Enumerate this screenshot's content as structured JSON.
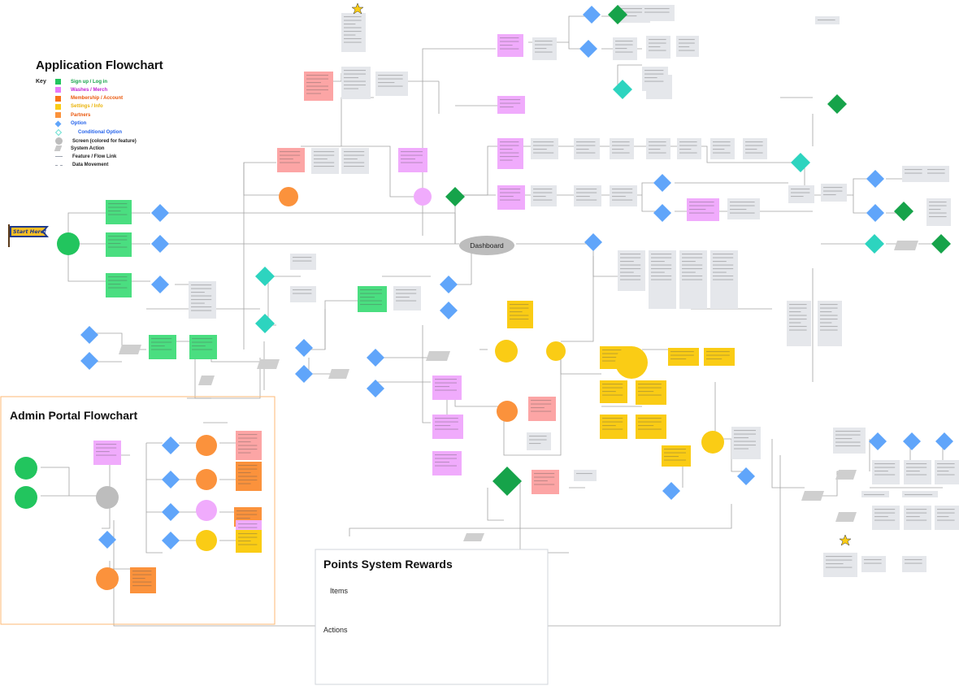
{
  "titles": {
    "app_flowchart": "Application Flowchart",
    "admin_flowchart": "Admin Portal Flowchart",
    "points_rewards": "Points System Rewards"
  },
  "key": {
    "heading": "Key",
    "items": [
      {
        "label": "Sign up / Log in",
        "color": "#22c55e",
        "shape": "square",
        "text_color": "#16a34a"
      },
      {
        "label": "Washes / Merch",
        "color": "#e879f9",
        "shape": "square",
        "text_color": "#c026d3"
      },
      {
        "label": "Membership / Account",
        "color": "#f97316",
        "shape": "square",
        "text_color": "#ea580c"
      },
      {
        "label": "Settings / Info",
        "color": "#facc15",
        "shape": "square",
        "text_color": "#eab308"
      },
      {
        "label": "Partners",
        "color": "#fb923c",
        "shape": "square",
        "text_color": "#ea580c"
      },
      {
        "label": "Option",
        "color": "#60a5fa",
        "shape": "diamond",
        "text_color": "#2563eb"
      },
      {
        "label": "Conditional Option",
        "color": "#2dd4bf",
        "shape": "diamond-outline",
        "text_color": "#2563eb"
      },
      {
        "label": "Screen (colored for feature)",
        "color": "#bdbdbd",
        "shape": "circle",
        "text_color": "#222222"
      },
      {
        "label": "System Action",
        "color": "#c8c8c8",
        "shape": "parallelogram",
        "text_color": "#222222"
      },
      {
        "label": "Feature / Flow Link",
        "color": "#9ca3af",
        "shape": "line",
        "text_color": "#222222"
      },
      {
        "label": "Data Movement",
        "color": "#9ca3af",
        "shape": "dashed",
        "text_color": "#222222"
      }
    ]
  },
  "start_flag": "Start Here!",
  "dashboard_label": "Dashboard",
  "points": {
    "items_label": "Items",
    "actions_label": "Actions"
  },
  "colors": {
    "green": "#4ade80",
    "pink": "#f0abfc",
    "orange": "#fb923c",
    "yellow": "#facc15",
    "blue": "#60a5fa",
    "grey": "#d4d4d4",
    "note_grey": "#e5e7eb",
    "salmon": "#fca5a5",
    "line": "#9ca3af"
  }
}
